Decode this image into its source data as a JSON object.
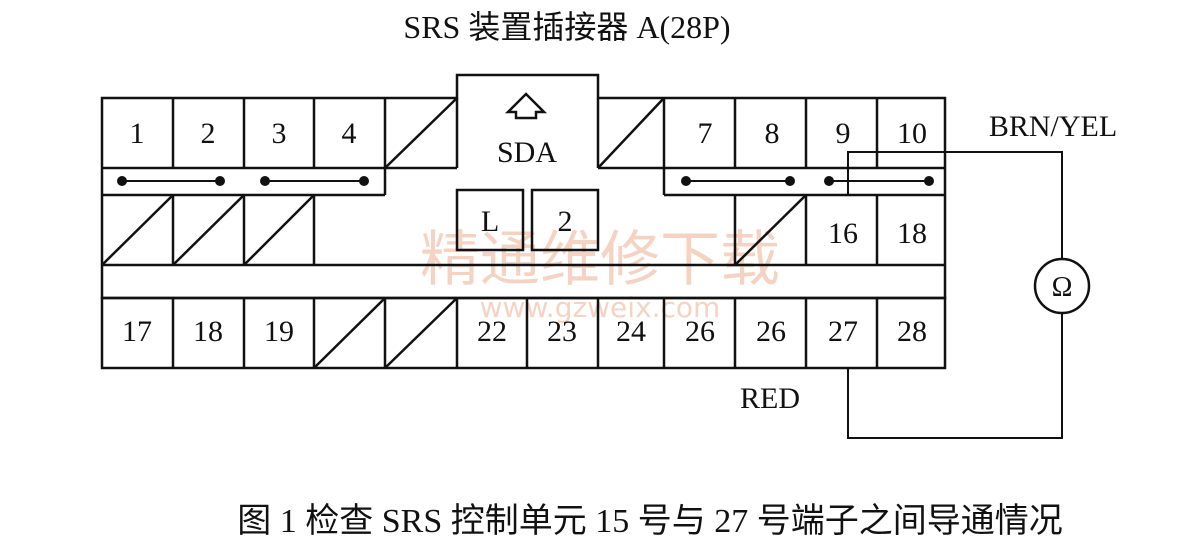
{
  "title": "SRS 装置插接器 A(28P)",
  "caption": "图 1   检查 SRS 控制单元 15 号与 27 号端子之间导通情况",
  "center": {
    "sda_label": "SDA",
    "small_pins": [
      "L",
      "2"
    ]
  },
  "top_row_left": [
    "1",
    "2",
    "3",
    "4"
  ],
  "top_row_right": [
    "7",
    "8",
    "9",
    "10"
  ],
  "middle_row_right": [
    "16",
    "18"
  ],
  "bottom_row": [
    "17",
    "18",
    "19",
    "22",
    "23",
    "24",
    "26",
    "26",
    "27",
    "28"
  ],
  "wires": {
    "brn_yel": "BRN/YEL",
    "red": "RED"
  },
  "meter": {
    "symbol": "Ω"
  },
  "watermark": {
    "cn": "精通维修下载",
    "url": "www.gzweix.com",
    "color": "#f3c9b3"
  }
}
